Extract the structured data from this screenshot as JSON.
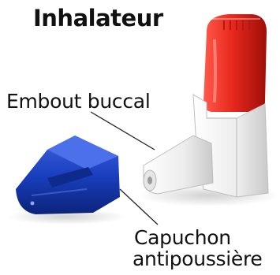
{
  "title": "Inhalateur",
  "labels": {
    "mouthpiece": "Embout buccal",
    "dust_cap_line1": "Capuchon",
    "dust_cap_line2": "antipoussière"
  },
  "colors": {
    "canister_red": "#e8281e",
    "cap_blue": "#1a3fbf",
    "actuator_white": "#f2f2f2"
  }
}
